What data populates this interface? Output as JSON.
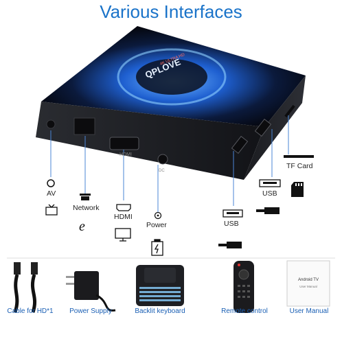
{
  "header": {
    "title": "Various Interfaces"
  },
  "device": {
    "brand_logo": "QPLOVE",
    "brand_sub": "4K ULTRA HD",
    "port_marks": [
      "HDMI",
      "DC"
    ]
  },
  "ports": [
    {
      "label": "AV",
      "icon": "av-port-icon"
    },
    {
      "label": "Network",
      "icon": "ethernet-port-icon"
    },
    {
      "label": "HDMI",
      "icon": "hdmi-port-icon"
    },
    {
      "label": "Power",
      "icon": "power-port-icon"
    },
    {
      "label": "USB",
      "icon": "usb-port-icon"
    },
    {
      "label": "USB",
      "icon": "usb-port-icon"
    },
    {
      "label": "TF Card",
      "icon": "sd-card-icon"
    }
  ],
  "accessories": [
    {
      "label": "Cable for HD*1"
    },
    {
      "label": "Power Supply"
    },
    {
      "label": "Backlit keyboard"
    },
    {
      "label": "Remote control"
    },
    {
      "label": "User Manual"
    }
  ],
  "manual": {
    "title": "Android TV",
    "subtitle": "User Manual"
  },
  "colors": {
    "title": "#1a73c9",
    "accent_line": "#4a86d6",
    "glow": "#2f8cff"
  }
}
